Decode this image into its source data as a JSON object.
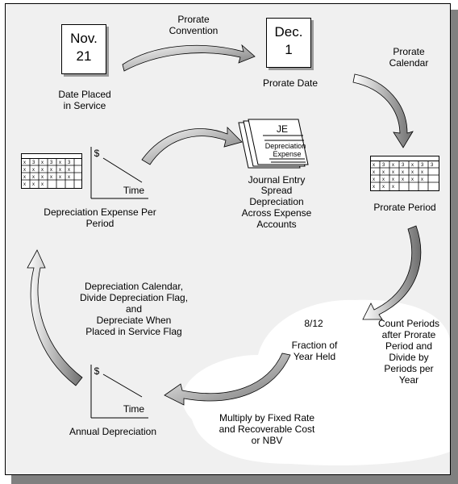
{
  "date_card_1": {
    "month": "Nov.",
    "day": "21",
    "caption_line1": "Date Placed",
    "caption_line2": "in Service"
  },
  "date_card_2": {
    "month": "Dec.",
    "day": "1",
    "caption": "Prorate Date"
  },
  "prorate_convention": {
    "line1": "Prorate",
    "line2": "Convention"
  },
  "prorate_calendar": {
    "line1": "Prorate",
    "line2": "Calendar"
  },
  "prorate_period": "Prorate Period",
  "journal": {
    "doc_title": "JE",
    "doc_line1": "Depreciation",
    "doc_line2": "Expense",
    "caption_line1": "Journal Entry"
  },
  "spread": {
    "line1": "Spread",
    "line2": "Depreciation",
    "line3": "Across Expense",
    "line4": "Accounts"
  },
  "expense_per_period": {
    "line1": "Depreciation Expense Per",
    "line2": "Period",
    "axis_y": "$",
    "axis_x": "Time"
  },
  "flags_note": {
    "line1": "Depreciation Calendar,",
    "line2": "Divide Depreciation Flag,",
    "line3": "and",
    "line4": "Depreciate When",
    "line5": "Placed in Service Flag"
  },
  "fraction": {
    "value": "8/12",
    "line1": "Fraction of",
    "line2": "Year Held"
  },
  "count_periods": {
    "line1": "Count Periods",
    "line2": "after Prorate",
    "line3": "Period and",
    "line4": "Divide by",
    "line5": "Periods per",
    "line6": "Year"
  },
  "annual": {
    "caption": "Annual Depreciation",
    "axis_y": "$",
    "axis_x": "Time"
  },
  "multiply": {
    "line1": "Multiply by Fixed Rate",
    "line2": "and Recoverable Cost",
    "line3": "or NBV"
  },
  "colors": {
    "arrow_light": "#ffffff",
    "arrow_dark": "#7a7a7a",
    "frame_bg": "#f0f0f0",
    "shadow": "#808080"
  }
}
